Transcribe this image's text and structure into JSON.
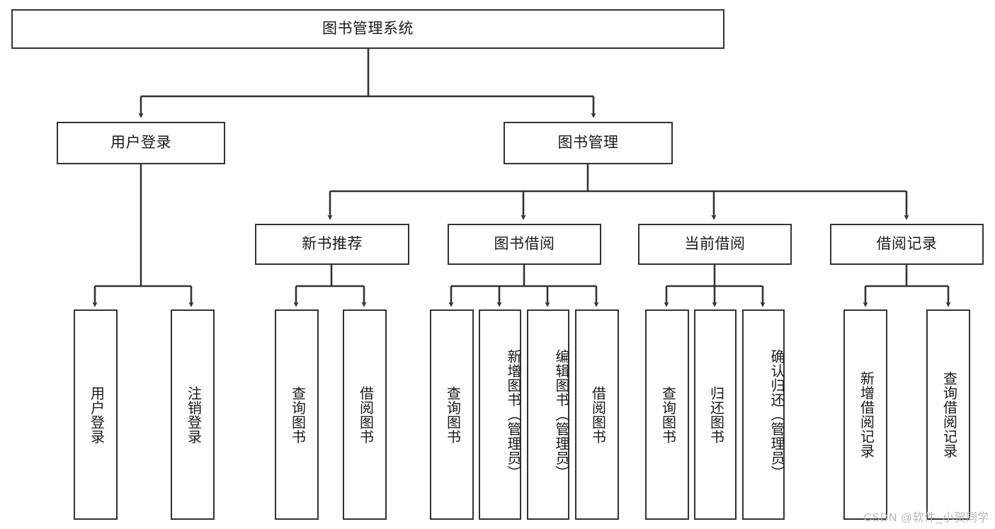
{
  "diagram": {
    "title": "图书管理系统",
    "type": "tree-hierarchy-diagram",
    "watermark": "CSDN @软件_小贺同学",
    "colors": {
      "box_border": "#333333",
      "box_fill": "#ffffff",
      "connector": "#333333",
      "text": "#1a1a1a",
      "watermark": "#b9b9b9",
      "background": "#ffffff"
    }
  },
  "nodes": {
    "root": {
      "label": "图书管理系统"
    },
    "level1": [
      {
        "id": "user-login",
        "label": "用户登录"
      },
      {
        "id": "book-manage",
        "label": "图书管理"
      }
    ],
    "level2": [
      {
        "id": "new-book-recommend",
        "label": "新书推荐"
      },
      {
        "id": "book-borrow",
        "label": "图书借阅"
      },
      {
        "id": "current-borrow",
        "label": "当前借阅"
      },
      {
        "id": "borrow-record",
        "label": "借阅记录"
      }
    ],
    "leaves": {
      "user_login": [
        {
          "id": "leaf-user-login",
          "label": "用户登录"
        },
        {
          "id": "leaf-logout-login",
          "label": "注销登录"
        }
      ],
      "new_book_recommend": [
        {
          "id": "leaf-query-book-1",
          "label": "查询图书"
        },
        {
          "id": "leaf-borrow-book-1",
          "label": "借阅图书"
        }
      ],
      "book_borrow": [
        {
          "id": "leaf-query-book-2",
          "label": "查询图书"
        },
        {
          "id": "leaf-add-book-admin",
          "label": "新增图书（管理员）"
        },
        {
          "id": "leaf-edit-book-admin",
          "label": "编辑图书（管理员）"
        },
        {
          "id": "leaf-borrow-book-2",
          "label": "借阅图书"
        }
      ],
      "current_borrow": [
        {
          "id": "leaf-query-book-3",
          "label": "查询图书"
        },
        {
          "id": "leaf-return-book",
          "label": "归还图书"
        },
        {
          "id": "leaf-confirm-return-admin",
          "label": "确认归还（管理员）"
        }
      ],
      "borrow_record": [
        {
          "id": "leaf-add-borrow-record",
          "label": "新增借阅记录"
        },
        {
          "id": "leaf-query-borrow-record",
          "label": "查询借阅记录"
        }
      ]
    }
  }
}
